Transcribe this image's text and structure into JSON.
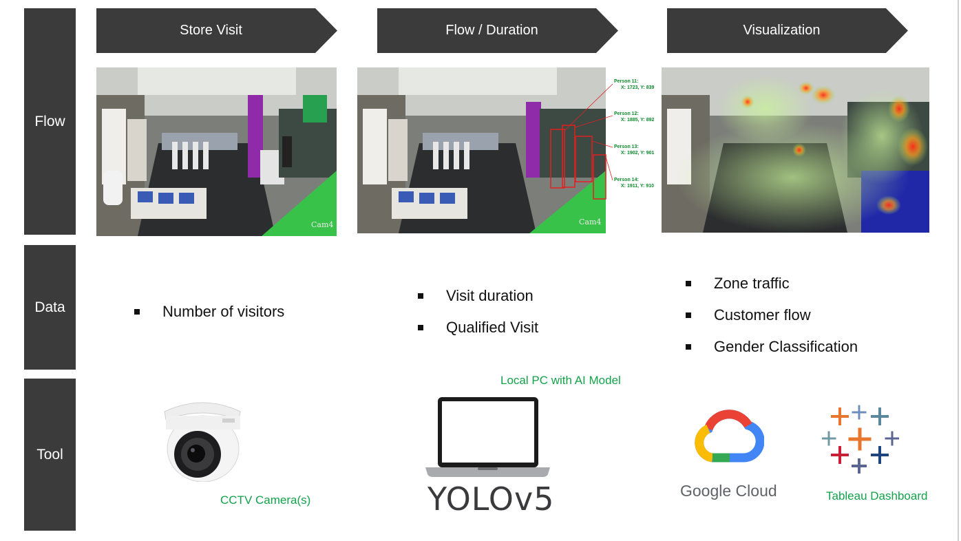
{
  "rows": {
    "flow": "Flow",
    "data": "Data",
    "tool": "Tool"
  },
  "stages": {
    "store_visit": "Store Visit",
    "flow_duration": "Flow / Duration",
    "visualization": "Visualization"
  },
  "camera_label": "Cam4",
  "detections": [
    {
      "name": "Person 11:",
      "coords": "X: 1723, Y: 839"
    },
    {
      "name": "Person 12:",
      "coords": "X: 1885, Y: 892"
    },
    {
      "name": "Person 13:",
      "coords": "X: 1902, Y: 901"
    },
    {
      "name": "Person 14:",
      "coords": "X: 1911, Y: 910"
    }
  ],
  "data_points": {
    "store_visit": [
      "Number of visitors"
    ],
    "flow_duration": [
      "Visit duration",
      "Qualified Visit"
    ],
    "visualization": [
      "Zone traffic",
      "Customer flow",
      "Gender Classification"
    ]
  },
  "tools": {
    "camera_caption": "CCTV Camera(s)",
    "pc_caption": "Local PC with AI Model",
    "yolo_logo": "YOLOv5",
    "gcloud_logo": "Google Cloud",
    "tableau_caption": "Tableau Dashboard"
  },
  "colors": {
    "sidebar": "#3b3b3b",
    "arrow": "#3b3b3b",
    "caption_green": "#13a24a",
    "detection_red": "#e02020"
  }
}
